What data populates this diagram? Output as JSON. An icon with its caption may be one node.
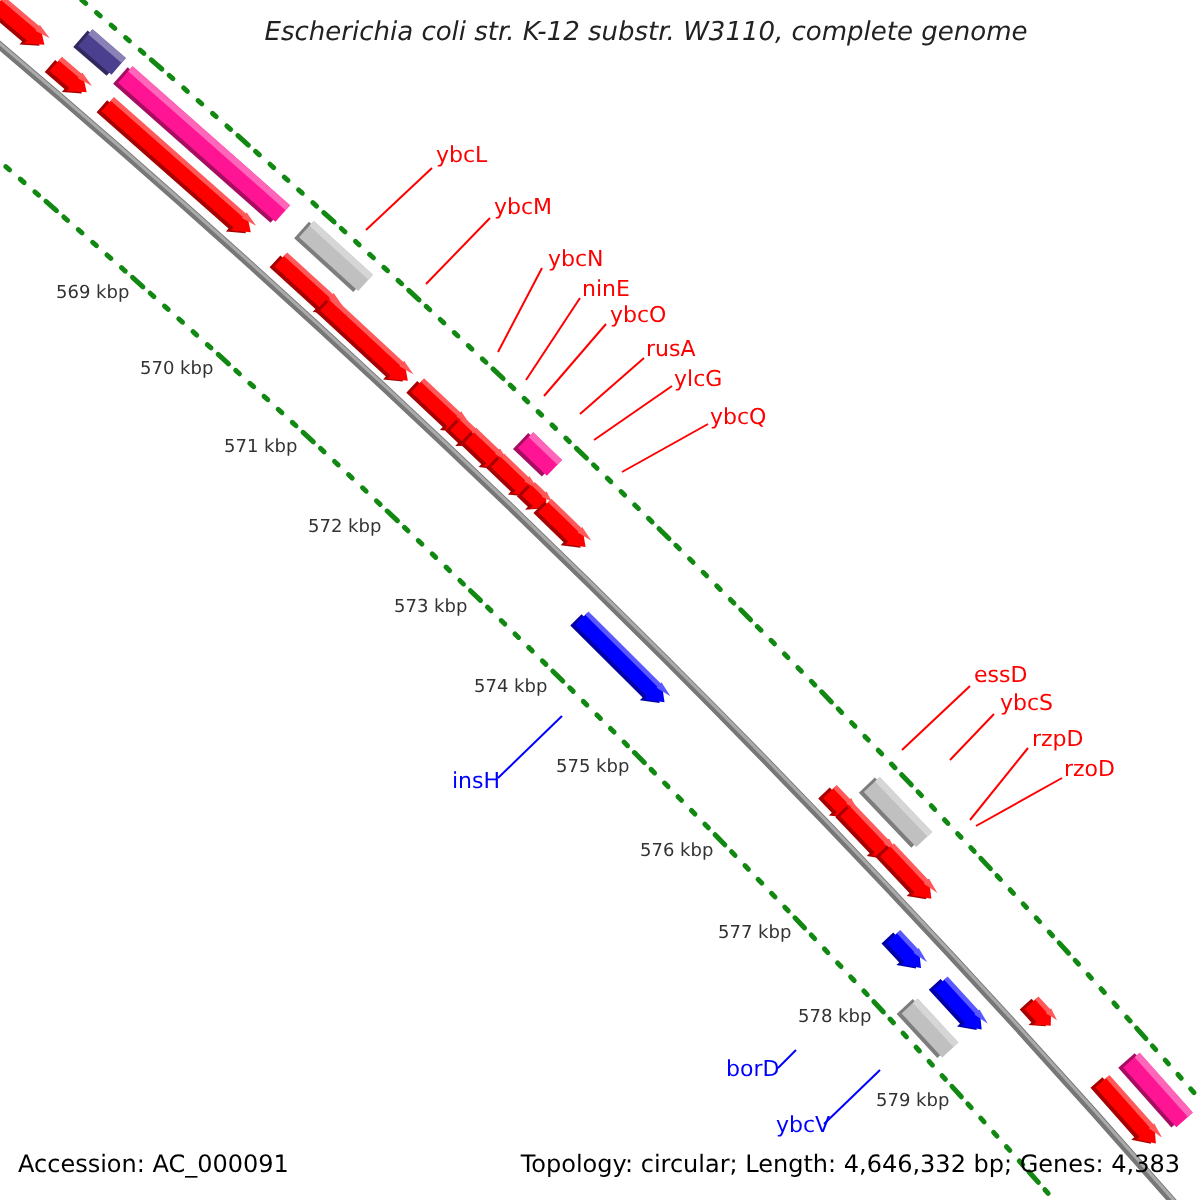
{
  "diagram": {
    "title": "Escherichia coli str. K-12 substr. W3110, complete genome",
    "nodes": [
      {
        "text": [
          "ybcL"
        ]
      },
      {
        "text": [
          "ybcM"
        ]
      },
      {
        "text": [
          "ybcN"
        ]
      },
      {
        "text": [
          "ninE"
        ]
      },
      {
        "text": [
          "ybcO"
        ]
      },
      {
        "text": [
          "rusA"
        ]
      },
      {
        "text": [
          "ylcG"
        ]
      },
      {
        "text": [
          "ybcQ"
        ]
      },
      {
        "text": [
          "essD"
        ]
      },
      {
        "text": [
          "ybcS"
        ]
      },
      {
        "text": [
          "rzpD"
        ]
      },
      {
        "text": [
          "rzoD"
        ]
      },
      {
        "text": [
          "insH"
        ]
      },
      {
        "text": [
          "borD"
        ]
      },
      {
        "text": [
          "ybcV"
        ]
      }
    ],
    "edges": [
      {
        "from": 0,
        "to": null,
        "arrow": "none"
      },
      {
        "from": 1,
        "to": null,
        "arrow": "none"
      },
      {
        "from": 2,
        "to": null,
        "arrow": "none"
      },
      {
        "from": 3,
        "to": null,
        "arrow": "none"
      },
      {
        "from": 4,
        "to": null,
        "arrow": "none"
      },
      {
        "from": 5,
        "to": null,
        "arrow": "none"
      },
      {
        "from": 6,
        "to": null,
        "arrow": "none"
      },
      {
        "from": 7,
        "to": null,
        "arrow": "none"
      },
      {
        "from": 8,
        "to": null,
        "arrow": "none"
      },
      {
        "from": 9,
        "to": null,
        "arrow": "none"
      },
      {
        "from": 10,
        "to": null,
        "arrow": "none"
      },
      {
        "from": 11,
        "to": null,
        "arrow": "none"
      },
      {
        "from": 12,
        "to": null,
        "arrow": "none",
        "color": "#0000ff"
      },
      {
        "from": 13,
        "to": null,
        "arrow": "none",
        "color": "#0000ff"
      },
      {
        "from": 14,
        "to": null,
        "arrow": "none",
        "color": "#0000ff"
      }
    ],
    "labels": [
      "569 kbp",
      "570 kbp",
      "571 kbp",
      "572 kbp",
      "573 kbp",
      "574 kbp",
      "575 kbp",
      "576 kbp",
      "577 kbp",
      "578 kbp",
      "579 kbp",
      "Accession: AC_000091",
      "Topology: circular; Length: 4,646,332 bp; Genes: 4,383"
    ]
  }
}
